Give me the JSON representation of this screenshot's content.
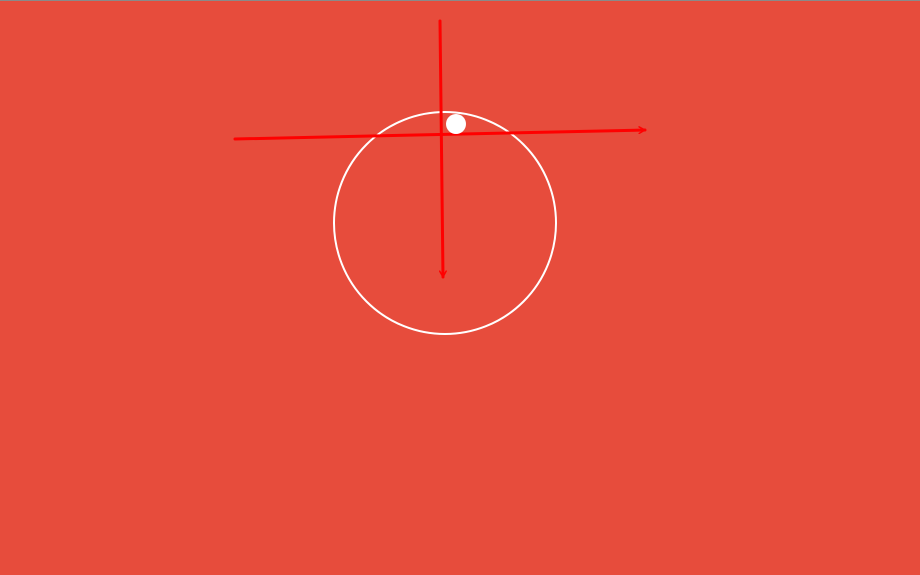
{
  "colors": {
    "background": "#e74c3c",
    "arrow": "#ff0000",
    "circle": "#ffffff",
    "dot": "#ffffff",
    "top_border": "#8a8a8a"
  },
  "diagram": {
    "elements": [
      "horizontal-arrow",
      "vertical-arrow",
      "circle-outline",
      "white-dot"
    ]
  }
}
